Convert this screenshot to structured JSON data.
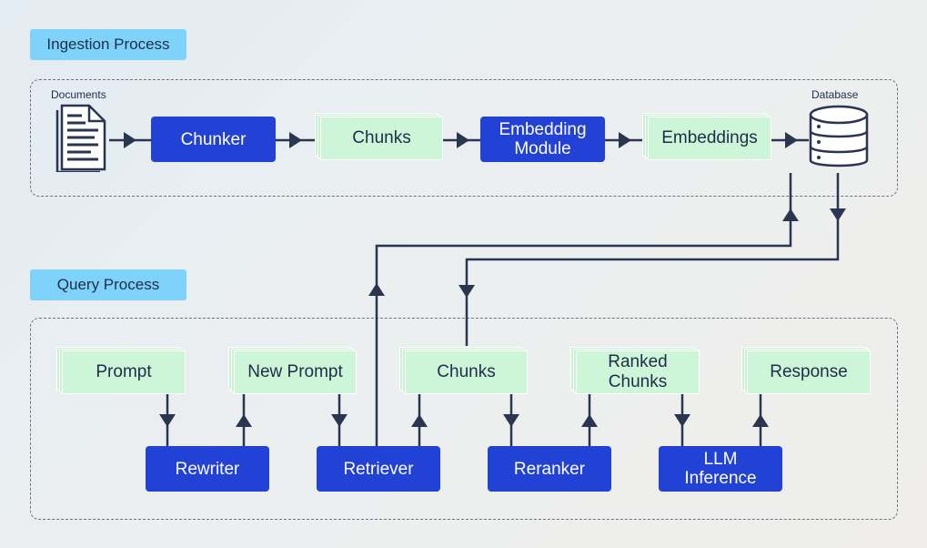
{
  "ingestion": {
    "title": "Ingestion Process",
    "documents_label": "Documents",
    "database_label": "Database",
    "chunker": "Chunker",
    "chunks": "Chunks",
    "embedding_module": "Embedding\nModule",
    "embeddings": "Embeddings"
  },
  "query": {
    "title": "Query Process",
    "prompt": "Prompt",
    "new_prompt": "New Prompt",
    "chunks": "Chunks",
    "ranked_chunks": "Ranked\nChunks",
    "response": "Response",
    "rewriter": "Rewriter",
    "retriever": "Retriever",
    "reranker": "Reranker",
    "llm_inference": "LLM\nInference"
  },
  "colors": {
    "blue_box": "#2242d6",
    "green_box": "#cdf5d7",
    "label_bg": "#7fd3fb",
    "line": "#2a3550"
  }
}
